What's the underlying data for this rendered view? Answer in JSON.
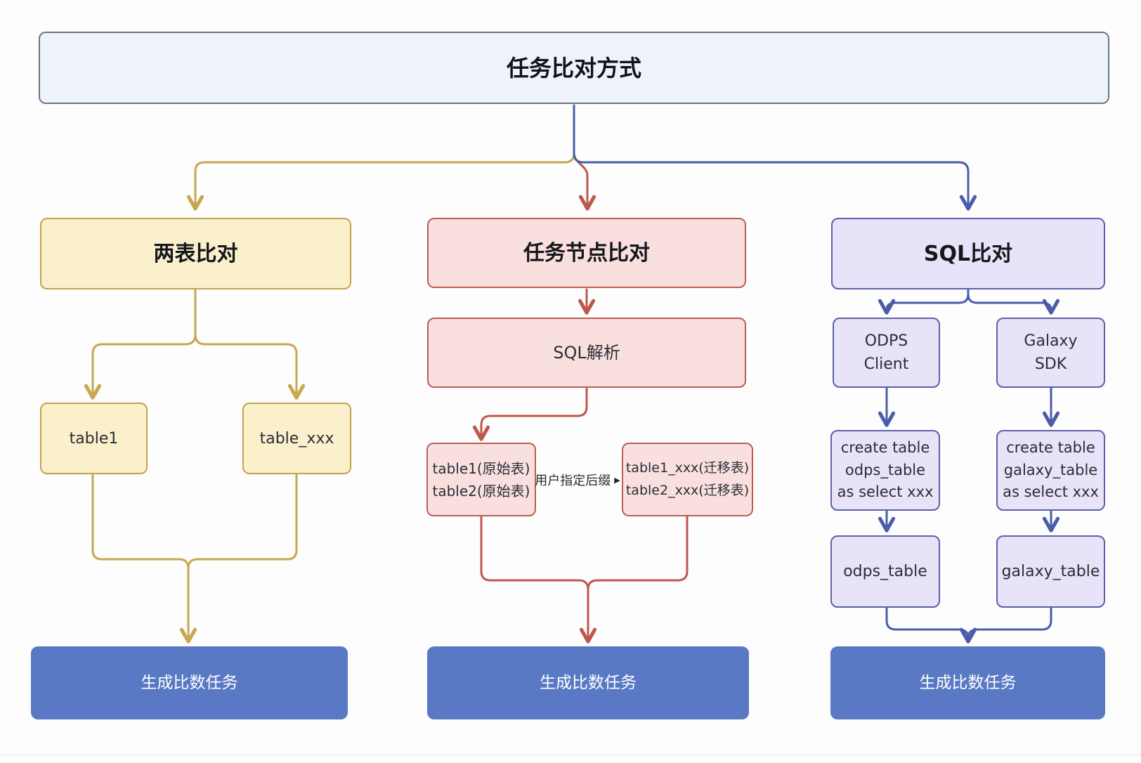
{
  "title": "任务比对方式",
  "branch_left": {
    "header": "两表比对",
    "table1": "table1",
    "table_xxx": "table_xxx",
    "action": "生成比数任务"
  },
  "branch_middle": {
    "header": "任务节点比对",
    "sql_parse": "SQL解析",
    "source_tables_line1": "table1(原始表)",
    "source_tables_line2": "table2(原始表)",
    "suffix_label": "用户指定后缀",
    "suffix_arrow": "▶",
    "migrated_tables_line1": "table1_xxx(迁移表)",
    "migrated_tables_line2": "table2_xxx(迁移表)",
    "action": "生成比数任务"
  },
  "branch_right": {
    "header": "SQL比对",
    "odps_client_line1": "ODPS",
    "odps_client_line2": "Client",
    "galaxy_sdk_line1": "Galaxy",
    "galaxy_sdk_line2": "SDK",
    "create_odps_line1": "create table",
    "create_odps_line2": "odps_table",
    "create_odps_line3": "as select xxx",
    "create_galaxy_line1": "create table",
    "create_galaxy_line2": "galaxy_table",
    "create_galaxy_line3": "as select xxx",
    "odps_table": "odps_table",
    "galaxy_table": "galaxy_table",
    "action": "生成比数任务"
  },
  "colors": {
    "title_fill": "#eef2fa",
    "title_border": "#6e7582",
    "yellow_fill": "#faf0cc",
    "yellow_border": "#c3a24d",
    "yellow_line": "#c8a74f",
    "red_fill": "#f9e0de",
    "red_border": "#bf5b53",
    "red_line": "#c0574f",
    "purple_fill": "#e8e3f8",
    "purple_border": "#5a61a9",
    "blue_line": "#4a5da8",
    "action_fill": "#5a79c4",
    "action_text": "#ffffff"
  }
}
